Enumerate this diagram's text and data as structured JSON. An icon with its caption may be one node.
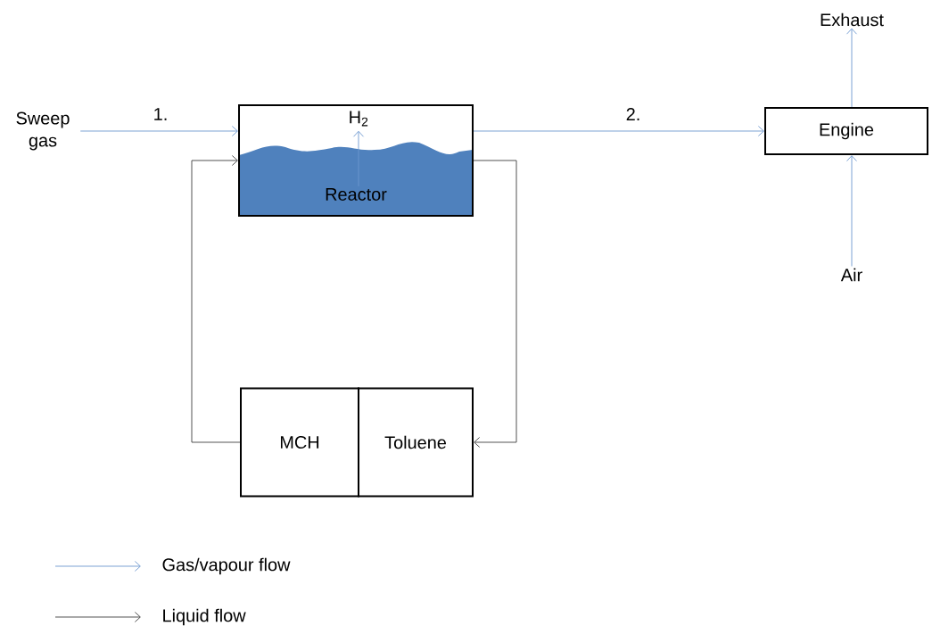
{
  "diagram": {
    "nodes": [
      {
        "text": [
          "Sweep gas"
        ]
      },
      {
        "text": [],
        "shape": "box"
      },
      {
        "text": [
          "H$_{2}$"
        ],
        "in": 1
      },
      {
        "text": [
          "Reactor"
        ],
        "in": 1
      },
      {
        "text": [
          "Engine"
        ]
      },
      {
        "text": [
          "Exhaust"
        ]
      },
      {
        "text": [
          "Air"
        ]
      },
      {
        "text": [
          "MCH"
        ]
      },
      {
        "text": [
          "Toluene"
        ]
      }
    ],
    "edges": [
      {
        "from": 0,
        "to": 1,
        "arrow": "to",
        "label": "1."
      },
      {
        "from": 3,
        "to": 2,
        "arrow": "to"
      },
      {
        "from": 1,
        "to": 4,
        "arrow": "to",
        "label": "2."
      },
      {
        "from": 4,
        "to": 5,
        "arrow": "to"
      },
      {
        "from": 6,
        "to": 4,
        "arrow": "to"
      },
      {
        "from": 7,
        "to": 1,
        "arrow": "to",
        "color": "#404040"
      },
      {
        "from": 1,
        "to": 8,
        "arrow": "to",
        "color": "#404040"
      }
    ],
    "legend": [
      {
        "text": "Gas/vapour flow"
      },
      {
        "text": "Liquid flow"
      }
    ]
  }
}
